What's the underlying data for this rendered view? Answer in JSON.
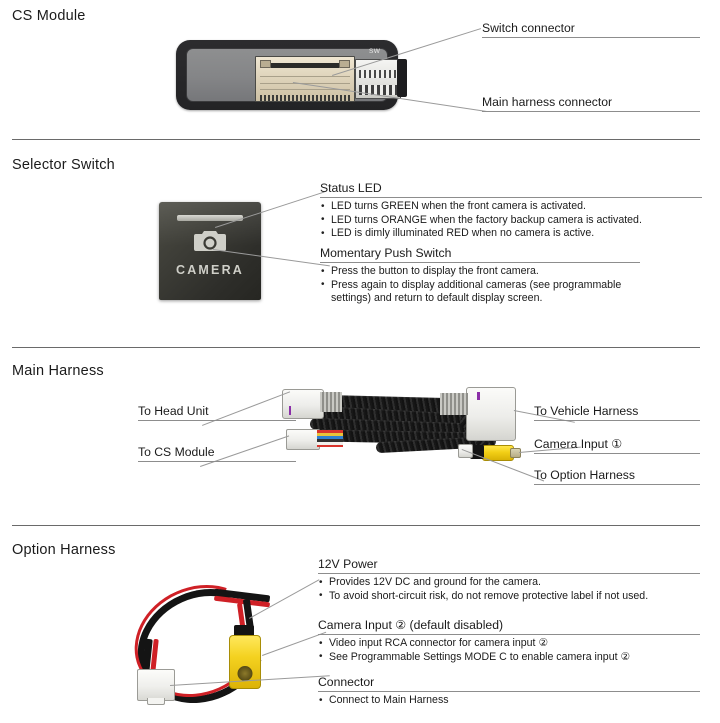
{
  "document": {
    "type": "installation-manual-diagram",
    "accent_colors": {
      "rule": "#8d8d8d",
      "divider": "#6a6a6a",
      "rca_yellow": "#f2cf16",
      "wire_red": "#cf2026",
      "wire_black": "#141414",
      "module_body": "#8a8a8c",
      "switch_body": "#3c3c36"
    }
  },
  "sections": [
    {
      "id": "cs-module",
      "title": "CS Module",
      "image_name": "cs-module-photo",
      "sw_port_label": "SW",
      "labels": [
        {
          "id": "switch-connector",
          "text": "Switch connector"
        },
        {
          "id": "main-harness-connector",
          "text": "Main harness connector"
        }
      ]
    },
    {
      "id": "selector-switch",
      "title": "Selector Switch",
      "image_name": "selector-switch-photo",
      "switch_face_label": "CAMERA",
      "callouts": [
        {
          "id": "status-led",
          "heading": "Status LED",
          "bullets": [
            "LED turns GREEN when the front camera is activated.",
            "LED turns ORANGE when the factory backup camera is activated.",
            "LED is dimly illuminated RED when no camera is active."
          ]
        },
        {
          "id": "momentary-push-switch",
          "heading": "Momentary Push Switch",
          "bullets": [
            "Press the button to display the front camera.",
            "Press again to display additional cameras (see programmable settings) and return to default display screen."
          ]
        }
      ]
    },
    {
      "id": "main-harness",
      "title": "Main Harness",
      "image_name": "main-harness-photo",
      "labels_left": [
        {
          "id": "to-head-unit",
          "text": "To Head Unit"
        },
        {
          "id": "to-cs-module",
          "text": "To CS Module"
        }
      ],
      "labels_right": [
        {
          "id": "to-vehicle-harness",
          "text": "To Vehicle Harness"
        },
        {
          "id": "camera-input-1",
          "text": "Camera Input ①"
        },
        {
          "id": "to-option-harness",
          "text": "To Option Harness"
        }
      ]
    },
    {
      "id": "option-harness",
      "title": "Option Harness",
      "image_name": "option-harness-photo",
      "callouts": [
        {
          "id": "12v-power",
          "heading": "12V Power",
          "bullets": [
            "Provides 12V DC and ground for the camera.",
            "To avoid short-circuit risk, do not remove protective label if not used."
          ]
        },
        {
          "id": "camera-input-2",
          "heading": "Camera Input ② (default disabled)",
          "bullets": [
            "Video input RCA connector for camera input ②",
            "See Programmable Settings MODE C to enable camera input ②"
          ]
        },
        {
          "id": "connector",
          "heading": "Connector",
          "bullets": [
            "Connect to Main Harness"
          ]
        }
      ]
    }
  ]
}
